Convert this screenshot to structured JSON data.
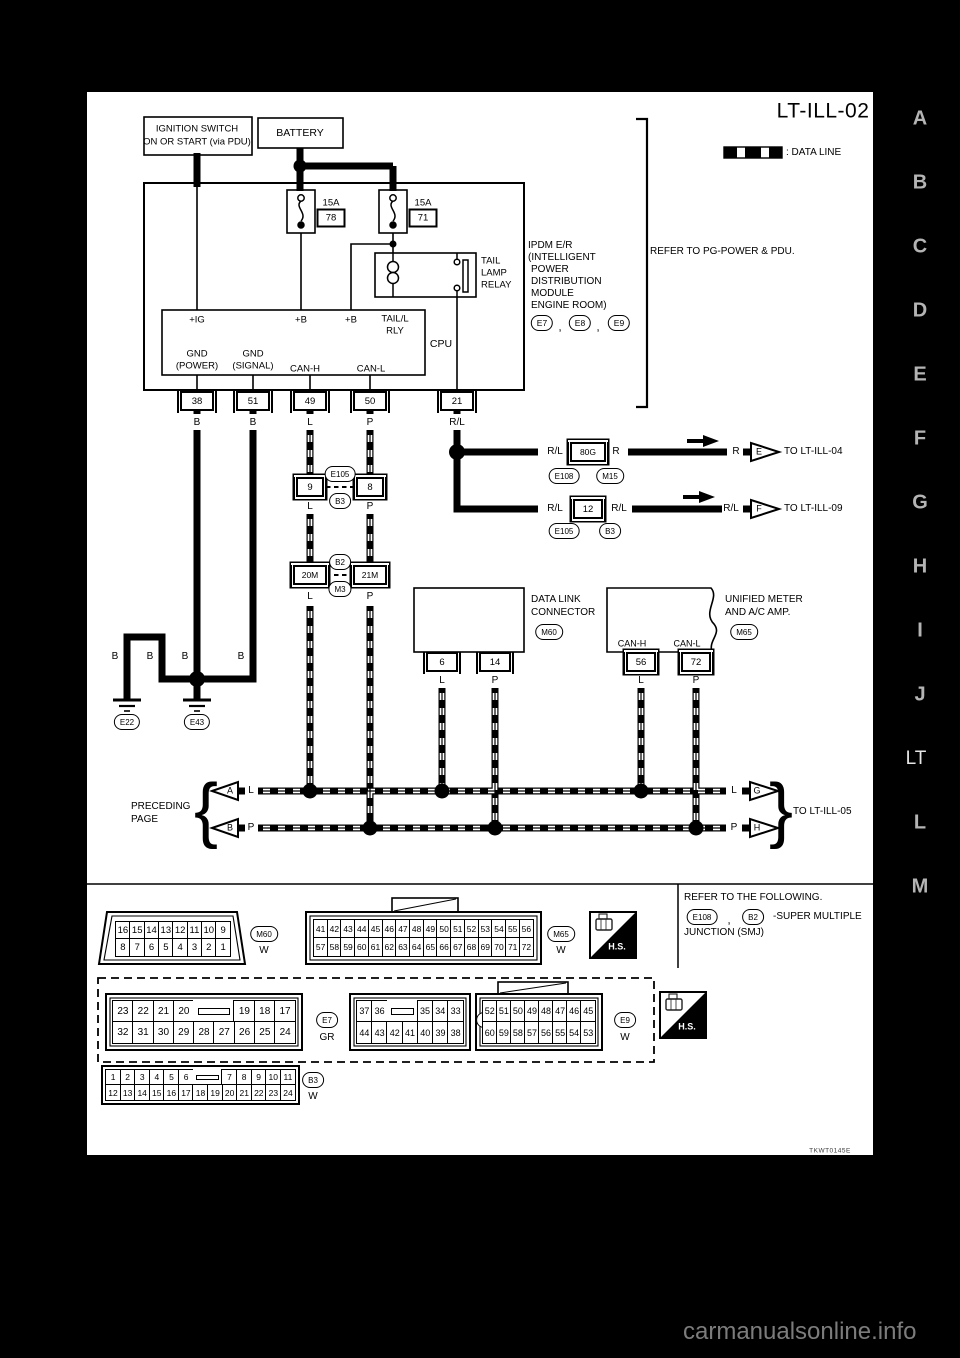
{
  "labels": {
    "title": "LT-ILL-02",
    "data_line": ": DATA LINE",
    "ignition1": "IGNITION SWITCH",
    "ignition2": "ON OR START (via PDU)",
    "battery": "BATTERY",
    "fuse_rating": "15A",
    "fuse1_no": "78",
    "fuse2_no": "71",
    "relay1": "TAIL",
    "relay2": "LAMP",
    "relay3": "RELAY",
    "ipdm1": "IPDM E/R",
    "ipdm2": "(INTELLIGENT",
    "ipdm3": "POWER",
    "ipdm4": "DISTRIBUTION",
    "ipdm5": "MODULE",
    "ipdm6": "ENGINE ROOM)",
    "refer_pg": "REFER TO PG-POWER & PDU.",
    "cpu": "CPU",
    "pin_ig": "+IG",
    "pin_b": "+B",
    "pin_tail1": "TAIL/L",
    "pin_tail2": "RLY",
    "gnd": "GND",
    "gnd_power": "(POWER)",
    "gnd_signal": "(SIGNAL)",
    "canh": "CAN-H",
    "canl": "CAN-L",
    "dlc1": "DATA LINK",
    "dlc2": "CONNECTOR",
    "meter1": "UNIFIED METER",
    "meter2": "AND A/C AMP.",
    "preceding1": "PRECEDING",
    "preceding2": "PAGE",
    "to04": "TO LT-ILL-04",
    "to09": "TO LT-ILL-09",
    "to05": "TO LT-ILL-05",
    "refer_following": "REFER TO THE FOLLOWING.",
    "smj1": "-SUPER MULTIPLE",
    "smj2": "JUNCTION (SMJ)",
    "hs": "H.S.",
    "comma": ",",
    "brace_l": "{",
    "brace_r": "}",
    "code": "TKWT0145E",
    "watermark": "carmanualsonline.info"
  },
  "wire": {
    "b": "B",
    "l": "L",
    "p": "P",
    "rl": "R/L",
    "r": "R"
  },
  "terms": {
    "t38": "38",
    "t51": "51",
    "t49": "49",
    "t50": "50",
    "t21": "21",
    "t9": "9",
    "t8": "8",
    "t20m": "20M",
    "t21m": "21M",
    "t80g": "80G",
    "t12": "12",
    "t6": "6",
    "t14": "14",
    "t56": "56",
    "t72": "72"
  },
  "refs": {
    "e7": "E7",
    "e8": "E8",
    "e9": "E9",
    "e105": "E105",
    "b3": "B3",
    "b2": "B2",
    "m3": "M3",
    "e108": "E108",
    "m15": "M15",
    "m60": "M60",
    "m65": "M65",
    "e22": "E22",
    "e43": "E43",
    "w": "W",
    "gr": "GR"
  },
  "tri": {
    "a": "A",
    "b": "B",
    "e": "E",
    "f": "F",
    "g": "G",
    "h": "H"
  },
  "sidebar": {
    "letters": [
      "A",
      "B",
      "C",
      "D",
      "E",
      "F",
      "G",
      "H",
      "I",
      "J",
      "L",
      "M"
    ],
    "current": "LT"
  },
  "footer_connectors": {
    "m60": {
      "ref": "M60",
      "color": "W",
      "rows": [
        [
          "16",
          "15",
          "14",
          "13",
          "12",
          "11",
          "10",
          "9"
        ],
        [
          "8",
          "7",
          "6",
          "5",
          "4",
          "3",
          "2",
          "1"
        ]
      ]
    },
    "m65": {
      "ref": "M65",
      "color": "W",
      "rows": [
        [
          "41",
          "42",
          "43",
          "44",
          "45",
          "46",
          "47",
          "48",
          "49",
          "50",
          "51",
          "52",
          "53",
          "54",
          "55",
          "56"
        ],
        [
          "57",
          "58",
          "59",
          "60",
          "61",
          "62",
          "63",
          "64",
          "65",
          "66",
          "67",
          "68",
          "69",
          "70",
          "71",
          "72"
        ]
      ]
    },
    "e7": {
      "ref": "E7",
      "color": "GR",
      "rows": [
        [
          "23",
          "22",
          "21",
          "20",
          "",
          "19",
          "18",
          "17"
        ],
        [
          "32",
          "31",
          "30",
          "29",
          "28",
          "27",
          "26",
          "25",
          "24"
        ]
      ]
    },
    "e8": {
      "ref": "E8",
      "color": "W",
      "rows": [
        [
          "37",
          "36",
          "",
          "35",
          "34",
          "33"
        ],
        [
          "44",
          "43",
          "42",
          "41",
          "40",
          "39",
          "38"
        ]
      ]
    },
    "e9": {
      "ref": "E9",
      "color": "W",
      "rows": [
        [
          "52",
          "51",
          "50",
          "49",
          "48",
          "47",
          "46",
          "45"
        ],
        [
          "60",
          "59",
          "58",
          "57",
          "56",
          "55",
          "54",
          "53"
        ]
      ]
    },
    "b3": {
      "ref": "B3",
      "color": "W",
      "rows": [
        [
          "1",
          "2",
          "3",
          "4",
          "5",
          "6",
          "",
          "7",
          "8",
          "9",
          "10",
          "11"
        ],
        [
          "12",
          "13",
          "14",
          "15",
          "16",
          "17",
          "18",
          "19",
          "20",
          "21",
          "22",
          "23",
          "24"
        ]
      ]
    }
  }
}
